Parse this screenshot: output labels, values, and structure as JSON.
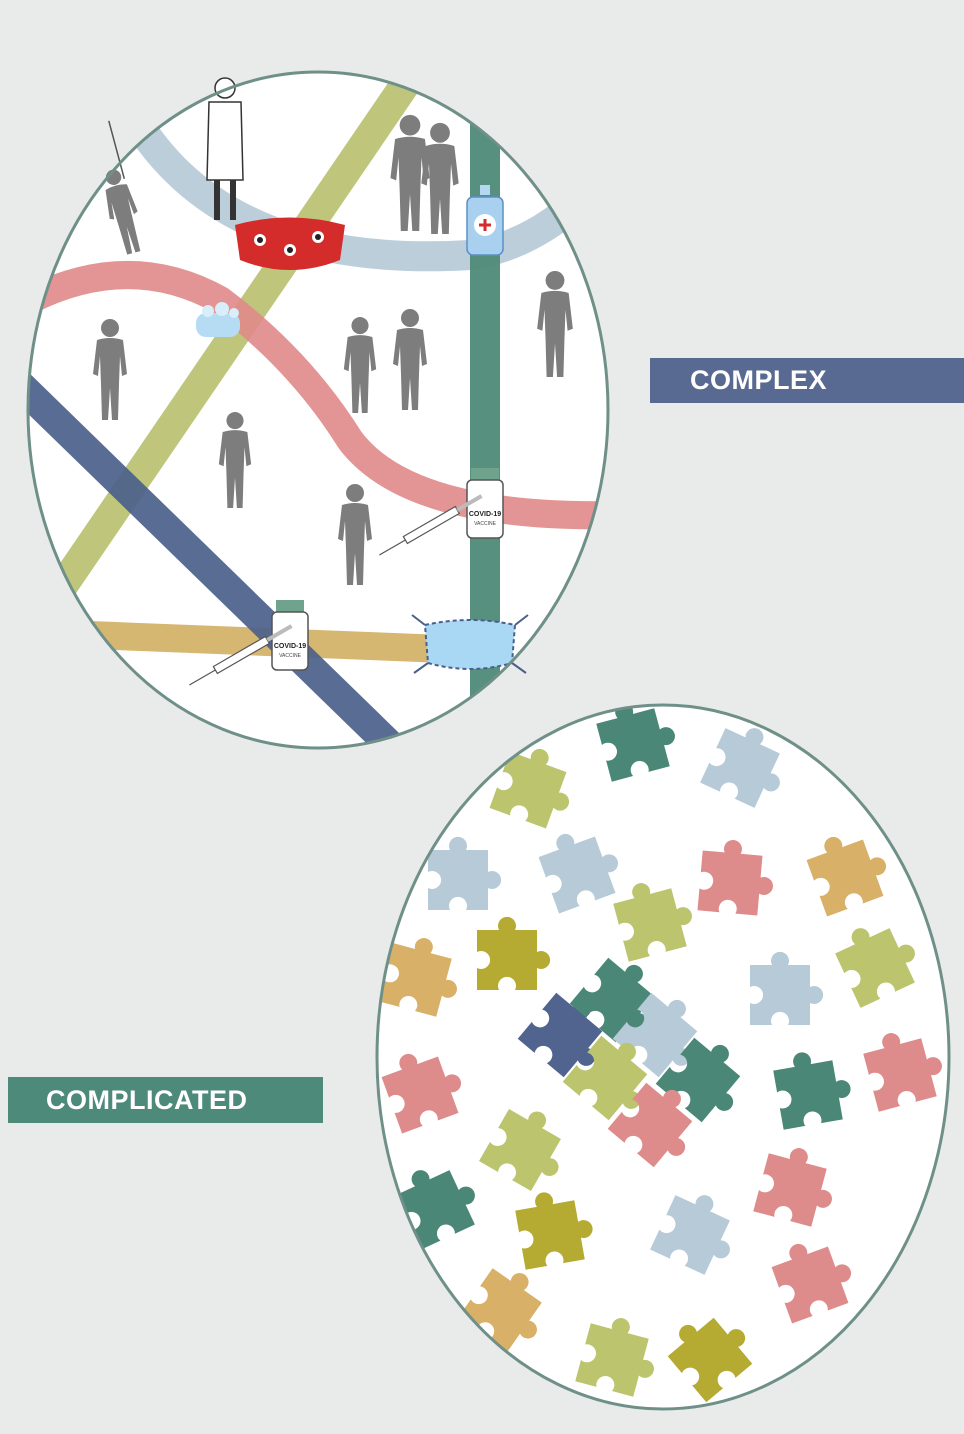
{
  "labels": {
    "complex": "COMPLEX",
    "complicated": "COMPLICATED"
  },
  "vaccine": {
    "name": "COVID-19",
    "sub": "VACCINE"
  },
  "colors": {
    "page_background": "#e9ebea",
    "complex_bar": "#586a91",
    "complicated_bar": "#4e8a7a",
    "circle_stroke": "#6f9088",
    "line_light_blue": "#b4c9d6",
    "line_olive": "#b8c06e",
    "line_teal": "#4f8a78",
    "line_pink": "#df8a88",
    "line_navy": "#4b5f8b",
    "line_tan": "#d2af63",
    "silhouette": "#7d7d7d",
    "piece_blue": "#b6cad7",
    "piece_teal": "#4b8777",
    "piece_olive": "#bcc46d",
    "piece_pink": "#de8b8b",
    "piece_tan": "#d8b068",
    "piece_mustard": "#b5ab33",
    "piece_navy": "#51638f"
  },
  "icons": [
    "face-mask-icon",
    "hand-sanitizer-icon",
    "soap-icon",
    "vaccine-vial-icon",
    "syringe-icon",
    "surgical-mask-icon",
    "puzzle-piece-icon",
    "person-silhouette-icon"
  ]
}
